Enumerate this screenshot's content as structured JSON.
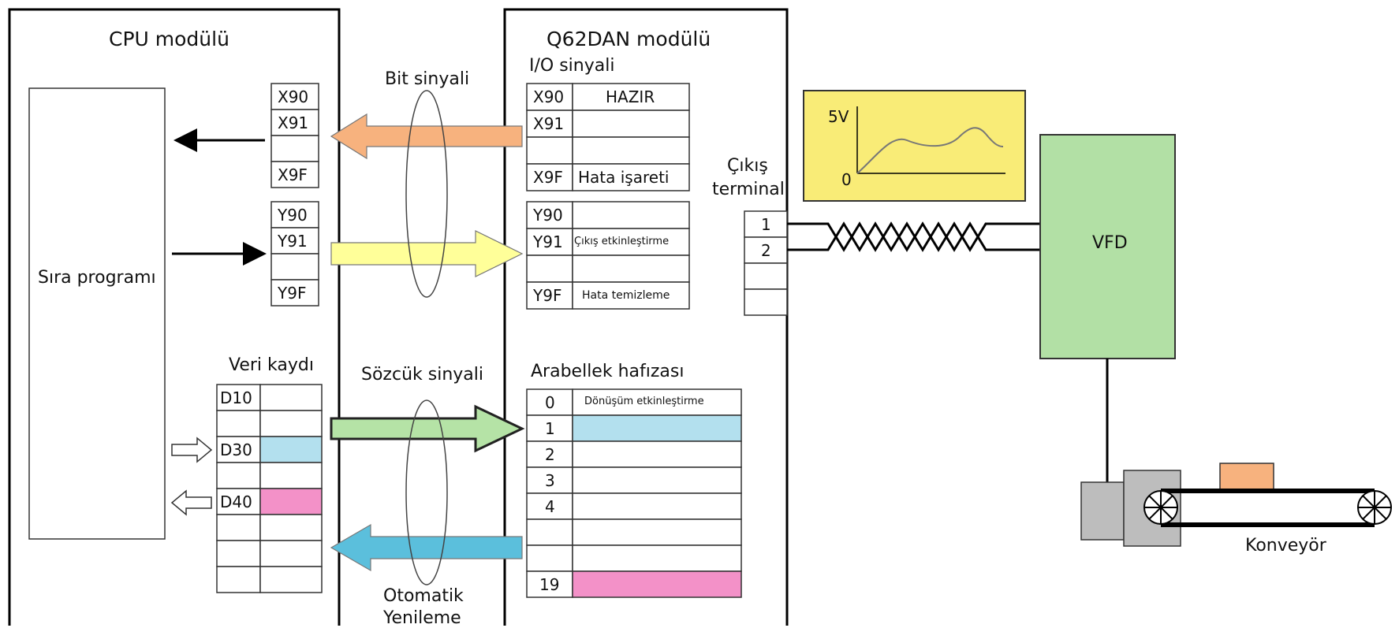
{
  "cpu": {
    "title": "CPU modülü",
    "program_label": "Sıra programı",
    "x_registers": [
      "X90",
      "X91",
      "",
      "X9F"
    ],
    "y_registers": [
      "Y90",
      "Y91",
      "",
      "Y9F"
    ],
    "data_register_label": "Veri kaydı",
    "d_registers": [
      "D10",
      "",
      "D30",
      "",
      "D40",
      "",
      "",
      ""
    ]
  },
  "module": {
    "title": "Q62DAN modülü",
    "io_label": "I/O sinyali",
    "x_rows": [
      {
        "addr": "X90",
        "desc": "HAZIR"
      },
      {
        "addr": "X91",
        "desc": ""
      },
      {
        "addr": "",
        "desc": ""
      },
      {
        "addr": "X9F",
        "desc": "Hata işareti"
      }
    ],
    "y_rows": [
      {
        "addr": "Y90",
        "desc": ""
      },
      {
        "addr": "Y91",
        "desc": "Çıkış etkinleştirme"
      },
      {
        "addr": "",
        "desc": ""
      },
      {
        "addr": "Y9F",
        "desc": "Hata temizleme"
      }
    ],
    "buffer_label": "Arabellek hafızası",
    "buffer_rows": [
      {
        "addr": "0",
        "desc": "Dönüşüm etkinleştirme"
      },
      {
        "addr": "1",
        "desc": ""
      },
      {
        "addr": "2",
        "desc": ""
      },
      {
        "addr": "3",
        "desc": ""
      },
      {
        "addr": "4",
        "desc": ""
      },
      {
        "addr": "",
        "desc": ""
      },
      {
        "addr": "",
        "desc": ""
      },
      {
        "addr": "19",
        "desc": ""
      }
    ]
  },
  "signals": {
    "bit_signal": "Bit sinyali",
    "word_signal": "Sözcük sinyali",
    "auto_refresh_line1": "Otomatik",
    "auto_refresh_line2": "Yenileme"
  },
  "output": {
    "terminal_line1": "Çıkış",
    "terminal_line2": "terminal",
    "terminals": [
      "1",
      "2",
      "",
      ""
    ],
    "graph_y_top": "5V",
    "graph_y_zero": "0"
  },
  "vfd": {
    "label": "VFD"
  },
  "conveyor": {
    "label": "Konveyör"
  },
  "colors": {
    "arrow_orange": "#f7b27e",
    "arrow_yellow": "#ffff99",
    "arrow_green": "#b5e3a6",
    "arrow_blue": "#5bbfdc",
    "cell_blue": "#b3e0ee",
    "cell_pink": "#f391c8",
    "graph_bg": "#f9ec77",
    "vfd_green": "#b2e0a5",
    "motor_gray": "#bdbdbd",
    "box_orange": "#f7b27e"
  }
}
